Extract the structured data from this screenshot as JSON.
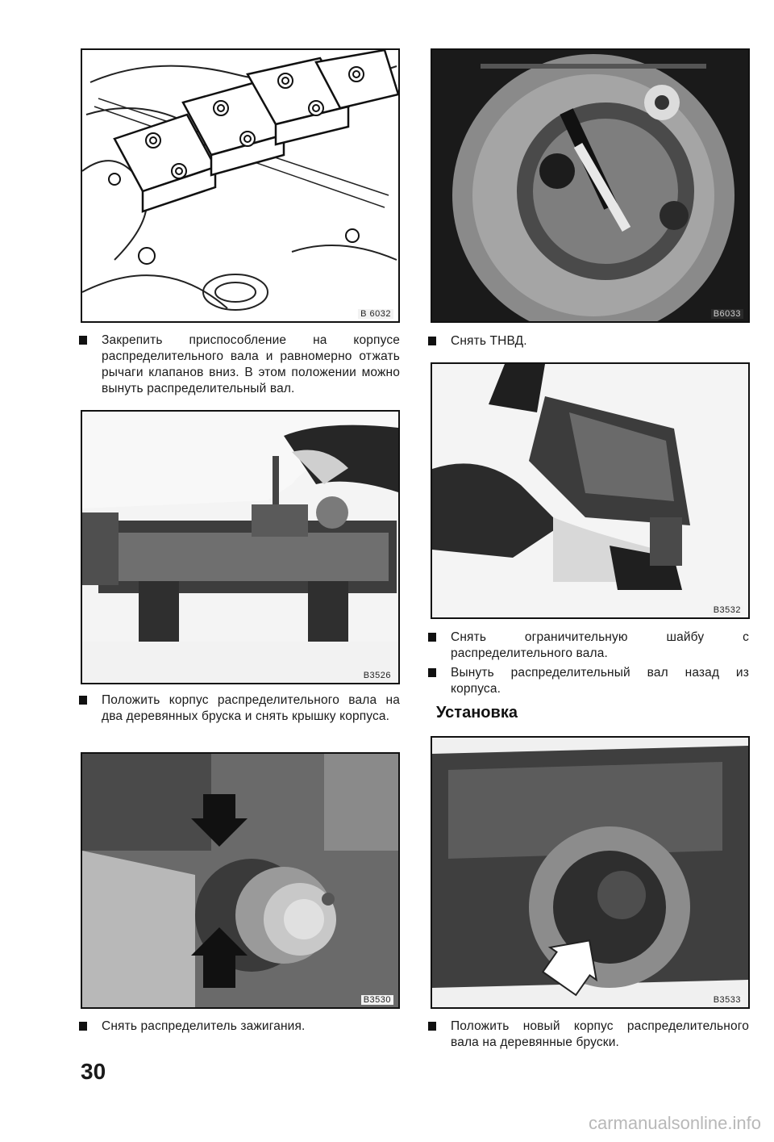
{
  "figures": [
    {
      "label": "B 6032"
    },
    {
      "label": "B6033"
    },
    {
      "label": "B3526"
    },
    {
      "label": "B3532"
    },
    {
      "label": "B3530"
    },
    {
      "label": "B3533"
    }
  ],
  "paragraphs": {
    "p1": "Закрепить приспособление на корпусе распределительного вала и равномерно отжать рычаги клапанов вниз. В этом положении можно вынуть распределительный вал.",
    "p2": "Снять ТНВД.",
    "p3": "Положить корпус распределительного вала на два деревянных бруска и снять крышку корпуса.",
    "p4": "Снять ограничительную шайбу с распределительного вала.",
    "p5": "Вынуть распределительный вал назад из корпуса.",
    "p6": "Снять распределитель зажигания.",
    "p7": "Положить новый корпус распределительного вала на деревянные бруски."
  },
  "heading": "Установка",
  "page_number": "30",
  "watermark": "carmanualsonline.info"
}
